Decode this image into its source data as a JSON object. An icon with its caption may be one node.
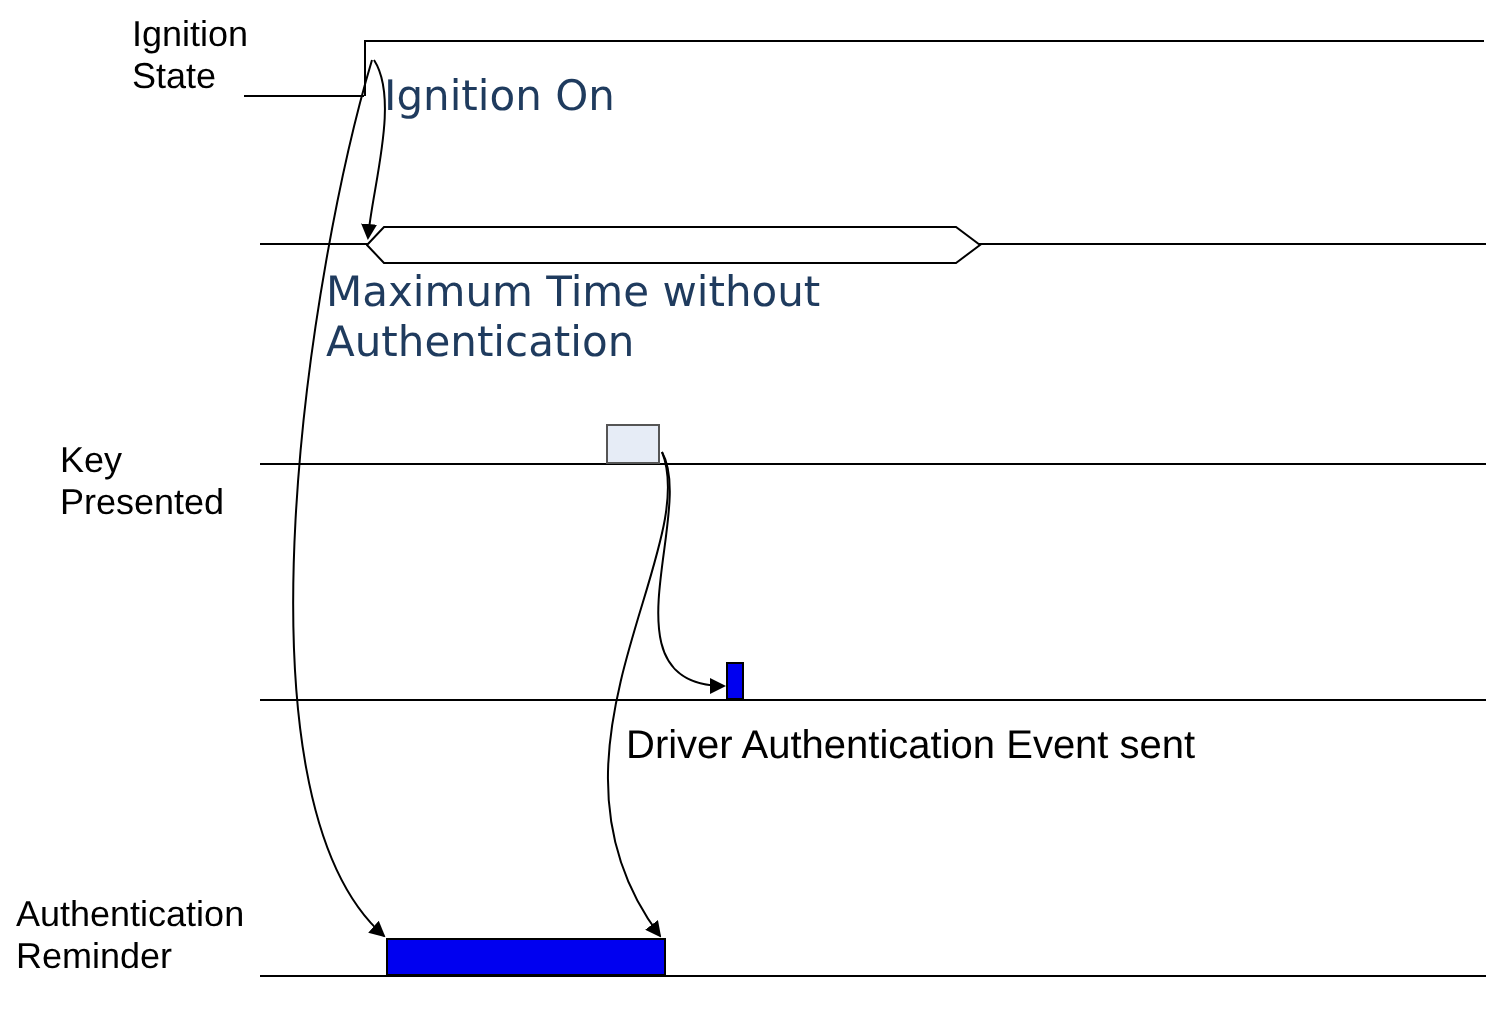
{
  "diagram": {
    "nodes": [
      {
        "text": [],
        "shape": "bar",
        "beside": [
          "Ignition On"
        ]
      },
      {
        "text": [],
        "shape": "hexagon",
        "beside": [
          "Maximum Time without Authentication"
        ]
      },
      {
        "text": [],
        "shape": "box"
      },
      {
        "text": [],
        "shape": "bar",
        "beside": [
          "Driver Authentication Event sent"
        ]
      },
      {
        "text": [],
        "shape": "bar"
      }
    ],
    "edges": [
      {
        "from": 0,
        "to": 1,
        "arrow": "to"
      },
      {
        "from": 0,
        "to": 4,
        "arrow": "to"
      },
      {
        "from": 2,
        "to": 3,
        "arrow": "to"
      },
      {
        "from": 2,
        "to": 4,
        "arrow": "to"
      }
    ],
    "labels": [
      "Ignition State",
      "Key Presented",
      "Authentication Reminder"
    ]
  }
}
